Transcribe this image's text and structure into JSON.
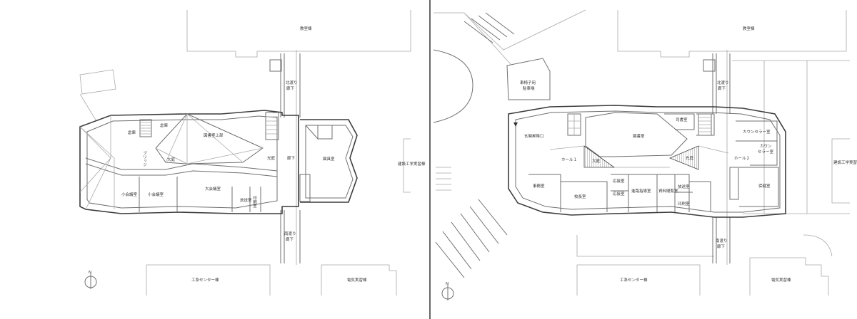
{
  "plans": {
    "left": {
      "buildings": {
        "north": "教室棟",
        "south": "工系センター棟",
        "south_right": "電気実習棟",
        "east": "建設工学実習棟"
      },
      "rooms": {
        "storage": "倉庫",
        "storage2": "倉庫",
        "library_upper": "図書室上部",
        "bridge": "ブリッジ",
        "atrium": "大庭",
        "courtyard": "光庭",
        "corridor": "廊下",
        "art_room": "図具室",
        "small_meeting1": "小会議室",
        "small_meeting2": "小会議室",
        "large_meeting": "大会議室",
        "broadcast": "放送室",
        "print_room": "印刷室",
        "north_corridor_line1": "北渡り",
        "north_corridor_line2": "廊下",
        "south_corridor_line1": "南渡り",
        "south_corridor_line2": "廊下"
      },
      "north_symbol": "N"
    },
    "right": {
      "buildings": {
        "north": "教室棟",
        "south": "工系センター棟",
        "south_right": "電気実習棟",
        "east": "建設工学実習棟"
      },
      "rooms": {
        "wheelchair_line1": "車椅子用",
        "wheelchair_line2": "駐車場",
        "entrance": "玄関昇降口",
        "hall1": "ホール１",
        "library": "図書室",
        "stack": "司書室",
        "counselor": "カウンセラー室",
        "counselor_b_line1": "カウン",
        "counselor_b_line2": "セラー室",
        "hall2": "ホール２",
        "courtyard": "光庭",
        "atrium": "大庭",
        "office": "事務室",
        "principal": "校長室",
        "reception": "応接室",
        "guidance": "進路指導室",
        "materials": "資料閲覧室",
        "broadcast": "放送室",
        "print": "印刷室",
        "nurse": "保健室",
        "reception2": "応接室",
        "north_corridor_line1": "北渡り",
        "north_corridor_line2": "廊下",
        "south_corridor_line1": "南渡り",
        "south_corridor_line2": "廊下"
      },
      "north_symbol": "N"
    }
  }
}
